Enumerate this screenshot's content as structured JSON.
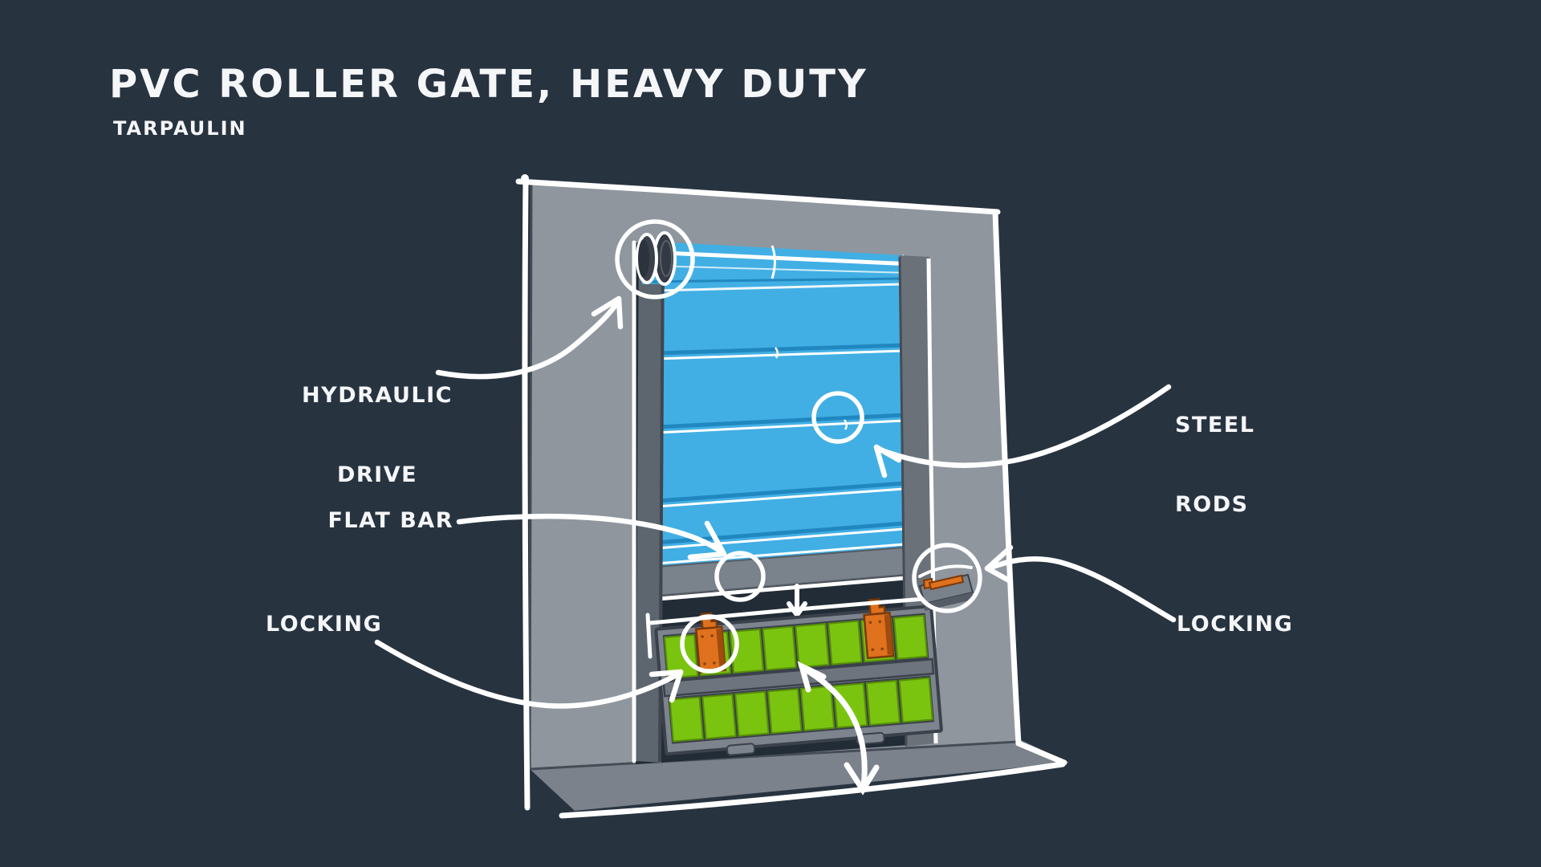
{
  "title": "PVC ROLLER GATE, HEAVY DUTY",
  "subtitle": "TARPAULIN",
  "labels": {
    "hydraulic_drive_line1": "HYDRAULIC",
    "hydraulic_drive_line2": "DRIVE",
    "flat_bar": "FLAT BAR",
    "locking_left": "LOCKING",
    "steel_rods_line1": "STEEL",
    "steel_rods_line2": "RODS",
    "locking_right": "LOCKING"
  },
  "colors": {
    "background": "#283340",
    "wall_gray": "#8f969e",
    "opening_dark": "#222c36",
    "rail_gray": "#5d656f",
    "floor_gray": "#7b828b",
    "tarp_blue": "#41afe4",
    "tarp_seam_blue": "#2187c0",
    "flat_bar_gray": "#7a828b",
    "panel_green": "#7ac410",
    "panel_frame_gray": "#7d848d",
    "lock_orange": "#e0711d",
    "outline_white": "#ffffff"
  },
  "diagram": {
    "subject": "heavy duty PVC roller gate with tarpaulin curtain",
    "callout_count": 5
  }
}
